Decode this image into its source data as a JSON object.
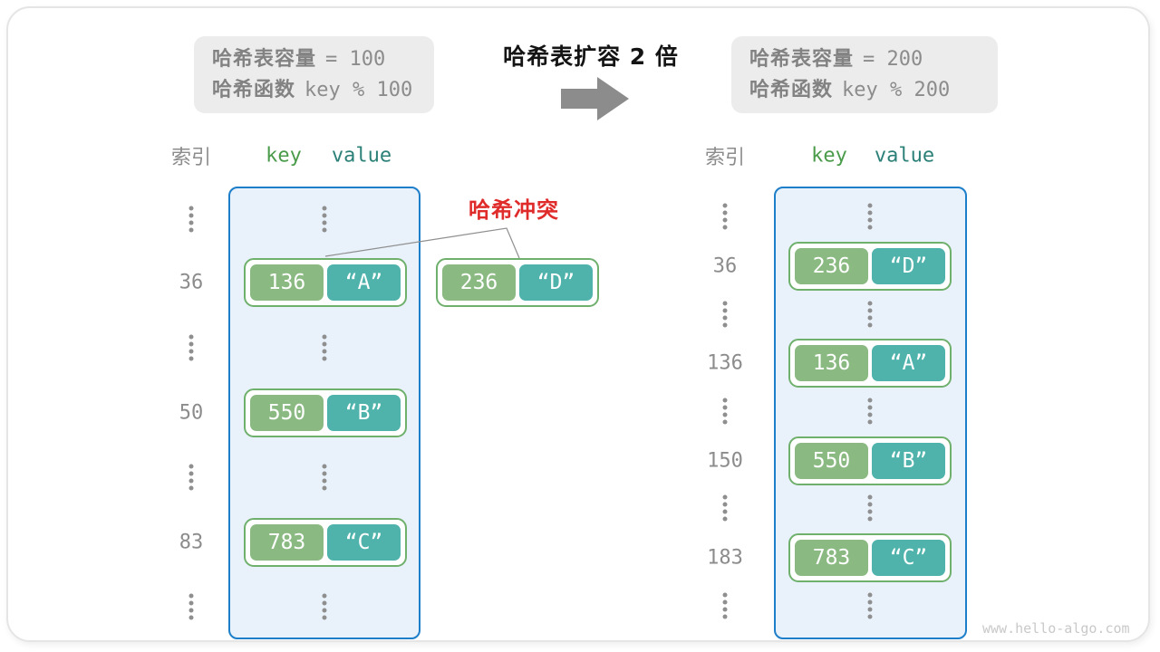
{
  "title": "哈希表扩容 2 倍",
  "collision_label": "哈希冲突",
  "watermark": "www.hello-algo.com",
  "colors": {
    "key_green": "#8aba82",
    "value_teal": "#4fb3ac",
    "pair_border_green": "#6fb06d",
    "table_fill_blue": "#e9f2fb",
    "table_border_blue": "#1d7ec9",
    "collision_red": "#e02b2b",
    "info_box_gray": "#ececec",
    "text_gray": "#8c8c8c",
    "header_key_green": "#4a9b4a",
    "header_value_teal": "#2b8077",
    "arrow_gray": "#8c8c8c"
  },
  "before": {
    "info": {
      "line1_label": "哈希表容量",
      "line1_code": "= 100",
      "line2_label": "哈希函数",
      "line2_code": "key % 100"
    },
    "headers": {
      "index": "索引",
      "key": "key",
      "value": "value"
    },
    "rows": [
      {
        "type": "ellipsis"
      },
      {
        "type": "pair",
        "index": "36",
        "key": "136",
        "value": "“A”"
      },
      {
        "type": "ellipsis"
      },
      {
        "type": "pair",
        "index": "50",
        "key": "550",
        "value": "“B”"
      },
      {
        "type": "ellipsis"
      },
      {
        "type": "pair",
        "index": "83",
        "key": "783",
        "value": "“C”"
      },
      {
        "type": "ellipsis"
      }
    ]
  },
  "collision_pair": {
    "key": "236",
    "value": "“D”"
  },
  "after": {
    "info": {
      "line1_label": "哈希表容量",
      "line1_code": "= 200",
      "line2_label": "哈希函数",
      "line2_code": "key % 200"
    },
    "headers": {
      "index": "索引",
      "key": "key",
      "value": "value"
    },
    "rows": [
      {
        "type": "ellipsis"
      },
      {
        "type": "pair",
        "index": "36",
        "key": "236",
        "value": "“D”"
      },
      {
        "type": "ellipsis"
      },
      {
        "type": "pair",
        "index": "136",
        "key": "136",
        "value": "“A”"
      },
      {
        "type": "ellipsis"
      },
      {
        "type": "pair",
        "index": "150",
        "key": "550",
        "value": "“B”"
      },
      {
        "type": "ellipsis"
      },
      {
        "type": "pair",
        "index": "183",
        "key": "783",
        "value": "“C”"
      },
      {
        "type": "ellipsis"
      }
    ]
  }
}
